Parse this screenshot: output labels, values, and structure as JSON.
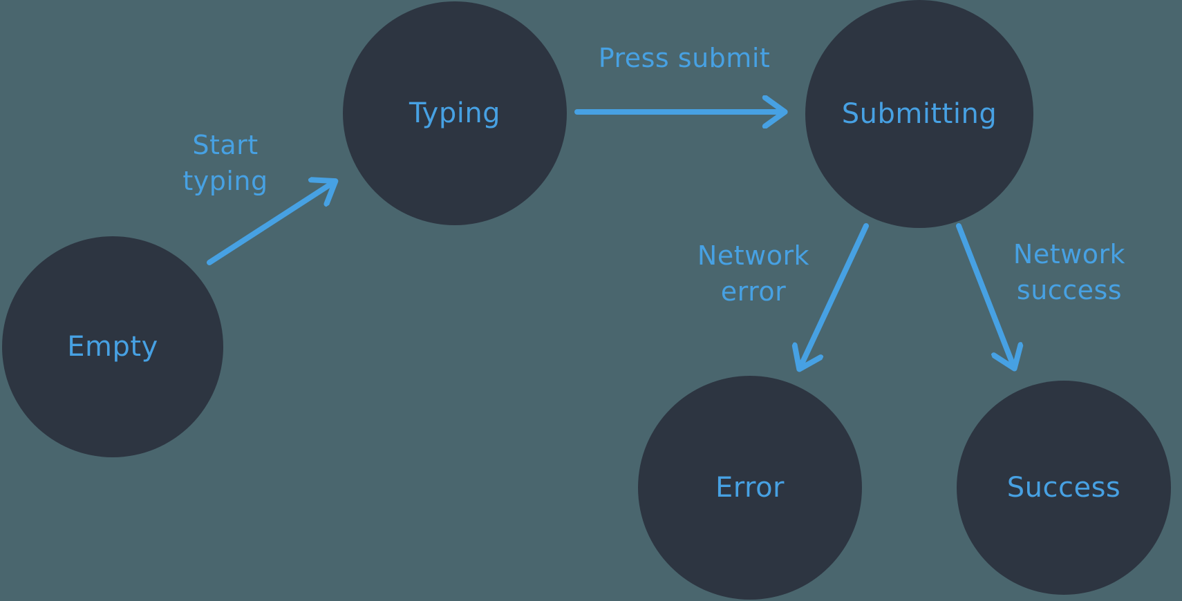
{
  "colors": {
    "background": "#4a666e",
    "node-fill": "#2d3541",
    "accent": "#47a1e3"
  },
  "diagram": {
    "type": "state-machine",
    "states": [
      {
        "id": "empty",
        "label": "Empty"
      },
      {
        "id": "typing",
        "label": "Typing"
      },
      {
        "id": "submitting",
        "label": "Submitting"
      },
      {
        "id": "error",
        "label": "Error"
      },
      {
        "id": "success",
        "label": "Success"
      }
    ],
    "transitions": [
      {
        "from": "Empty",
        "to": "Typing",
        "label": "Start typing"
      },
      {
        "from": "Typing",
        "to": "Submitting",
        "label": "Press submit"
      },
      {
        "from": "Submitting",
        "to": "Error",
        "label": "Network error"
      },
      {
        "from": "Submitting",
        "to": "Success",
        "label": "Network success"
      }
    ]
  }
}
